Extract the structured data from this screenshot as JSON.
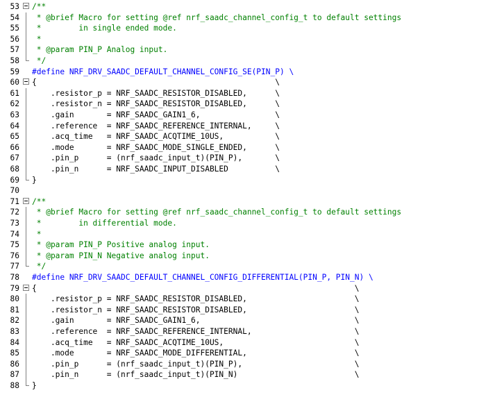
{
  "colors": {
    "comment": "#008000",
    "preprocessor": "#0000ff",
    "text": "#000000",
    "line_number": "#000000",
    "fold_marker": "#808080"
  },
  "lines": [
    {
      "n": "53",
      "text": "/**",
      "cls": "c",
      "gutter": "fold"
    },
    {
      "n": "54",
      "text": " * @brief Macro for setting @ref nrf_saadc_channel_config_t to default settings",
      "cls": "c",
      "gutter": "line"
    },
    {
      "n": "55",
      "text": " *        in single ended mode.",
      "cls": "c",
      "gutter": "line"
    },
    {
      "n": "56",
      "text": " *",
      "cls": "c",
      "gutter": "line"
    },
    {
      "n": "57",
      "text": " * @param PIN_P Analog input.",
      "cls": "c",
      "gutter": "line"
    },
    {
      "n": "58",
      "text": " */",
      "cls": "c",
      "gutter": "end"
    },
    {
      "n": "59",
      "text": "#define NRF_DRV_SAADC_DEFAULT_CHANNEL_CONFIG_SE(PIN_P) \\",
      "cls": "pp",
      "gutter": ""
    },
    {
      "n": "60",
      "text": "{                                                   \\",
      "cls": "",
      "gutter": "fold"
    },
    {
      "n": "61",
      "text": "    .resistor_p = NRF_SAADC_RESISTOR_DISABLED,      \\",
      "cls": "",
      "gutter": "line"
    },
    {
      "n": "62",
      "text": "    .resistor_n = NRF_SAADC_RESISTOR_DISABLED,      \\",
      "cls": "",
      "gutter": "line"
    },
    {
      "n": "63",
      "text": "    .gain       = NRF_SAADC_GAIN1_6,                \\",
      "cls": "",
      "gutter": "line"
    },
    {
      "n": "64",
      "text": "    .reference  = NRF_SAADC_REFERENCE_INTERNAL,     \\",
      "cls": "",
      "gutter": "line"
    },
    {
      "n": "65",
      "text": "    .acq_time   = NRF_SAADC_ACQTIME_10US,           \\",
      "cls": "",
      "gutter": "line"
    },
    {
      "n": "66",
      "text": "    .mode       = NRF_SAADC_MODE_SINGLE_ENDED,      \\",
      "cls": "",
      "gutter": "line"
    },
    {
      "n": "67",
      "text": "    .pin_p      = (nrf_saadc_input_t)(PIN_P),       \\",
      "cls": "",
      "gutter": "line"
    },
    {
      "n": "68",
      "text": "    .pin_n      = NRF_SAADC_INPUT_DISABLED          \\",
      "cls": "",
      "gutter": "line"
    },
    {
      "n": "69",
      "text": "}",
      "cls": "",
      "gutter": "end"
    },
    {
      "n": "70",
      "text": "",
      "cls": "",
      "gutter": ""
    },
    {
      "n": "71",
      "text": "/**",
      "cls": "c",
      "gutter": "fold"
    },
    {
      "n": "72",
      "text": " * @brief Macro for setting @ref nrf_saadc_channel_config_t to default settings",
      "cls": "c",
      "gutter": "line"
    },
    {
      "n": "73",
      "text": " *        in differential mode.",
      "cls": "c",
      "gutter": "line"
    },
    {
      "n": "74",
      "text": " *",
      "cls": "c",
      "gutter": "line"
    },
    {
      "n": "75",
      "text": " * @param PIN_P Positive analog input.",
      "cls": "c",
      "gutter": "line"
    },
    {
      "n": "76",
      "text": " * @param PIN_N Negative analog input.",
      "cls": "c",
      "gutter": "line"
    },
    {
      "n": "77",
      "text": " */",
      "cls": "c",
      "gutter": "end"
    },
    {
      "n": "78",
      "text": "#define NRF_DRV_SAADC_DEFAULT_CHANNEL_CONFIG_DIFFERENTIAL(PIN_P, PIN_N) \\",
      "cls": "pp",
      "gutter": ""
    },
    {
      "n": "79",
      "text": "{                                                                    \\",
      "cls": "",
      "gutter": "fold"
    },
    {
      "n": "80",
      "text": "    .resistor_p = NRF_SAADC_RESISTOR_DISABLED,                       \\",
      "cls": "",
      "gutter": "line"
    },
    {
      "n": "81",
      "text": "    .resistor_n = NRF_SAADC_RESISTOR_DISABLED,                       \\",
      "cls": "",
      "gutter": "line"
    },
    {
      "n": "82",
      "text": "    .gain       = NRF_SAADC_GAIN1_6,                                 \\",
      "cls": "",
      "gutter": "line"
    },
    {
      "n": "83",
      "text": "    .reference  = NRF_SAADC_REFERENCE_INTERNAL,                      \\",
      "cls": "",
      "gutter": "line"
    },
    {
      "n": "84",
      "text": "    .acq_time   = NRF_SAADC_ACQTIME_10US,                            \\",
      "cls": "",
      "gutter": "line"
    },
    {
      "n": "85",
      "text": "    .mode       = NRF_SAADC_MODE_DIFFERENTIAL,                       \\",
      "cls": "",
      "gutter": "line"
    },
    {
      "n": "86",
      "text": "    .pin_p      = (nrf_saadc_input_t)(PIN_P),                        \\",
      "cls": "",
      "gutter": "line"
    },
    {
      "n": "87",
      "text": "    .pin_n      = (nrf_saadc_input_t)(PIN_N)                         \\",
      "cls": "",
      "gutter": "line"
    },
    {
      "n": "88",
      "text": "}",
      "cls": "",
      "gutter": "end"
    }
  ]
}
